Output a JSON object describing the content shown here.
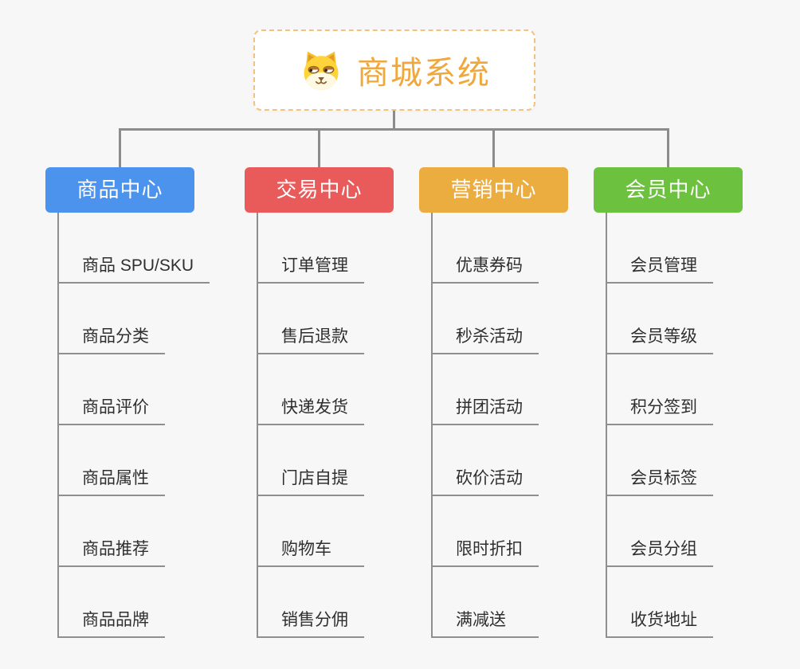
{
  "root": {
    "title": "商城系统",
    "icon": "dog-icon",
    "accent_color": "#F0A73C"
  },
  "connector_color": "#8C8C8C",
  "branches": [
    {
      "id": "product-center",
      "label": "商品中心",
      "color": "#4B93EC",
      "items": [
        "商品 SPU/SKU",
        "商品分类",
        "商品评价",
        "商品属性",
        "商品推荐",
        "商品品牌"
      ]
    },
    {
      "id": "trade-center",
      "label": "交易中心",
      "color": "#E95B5B",
      "items": [
        "订单管理",
        "售后退款",
        "快递发货",
        "门店自提",
        "购物车",
        "销售分佣"
      ]
    },
    {
      "id": "marketing-center",
      "label": "营销中心",
      "color": "#EBAC40",
      "items": [
        "优惠券码",
        "秒杀活动",
        "拼团活动",
        "砍价活动",
        "限时折扣",
        "满减送"
      ]
    },
    {
      "id": "member-center",
      "label": "会员中心",
      "color": "#6CC13E",
      "items": [
        "会员管理",
        "会员等级",
        "积分签到",
        "会员标签",
        "会员分组",
        "收货地址"
      ]
    }
  ]
}
